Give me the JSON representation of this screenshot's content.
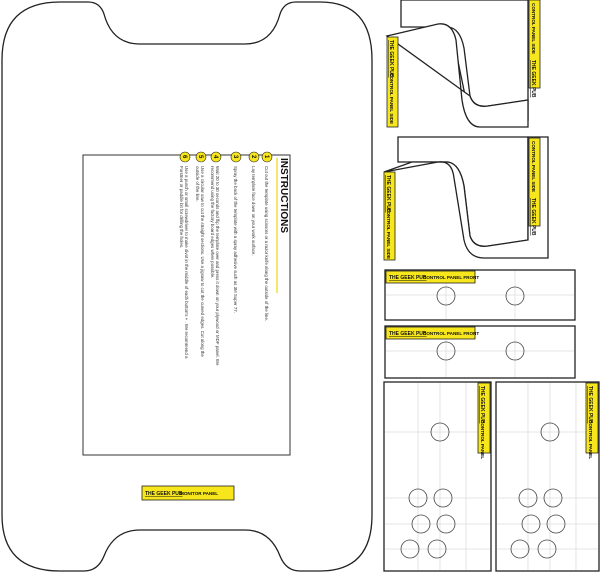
{
  "brand": "THE GEEK PUB",
  "colors": {
    "label": "#f7e61c",
    "outline": "#222222",
    "guide": "#dddddd"
  },
  "pieces": {
    "monitor_panel": "MONITOR PANEL",
    "side_panel": "CONTROL PANEL SIDE",
    "front_panel": "CONTROL PANEL FRONT",
    "panel": "CONTROL PANEL"
  },
  "instructions": {
    "title": "INSTRUCTIONS",
    "steps": [
      {
        "num": "1",
        "text": "Cut out the template using scissors or a razor knife along the outside of the line."
      },
      {
        "num": "2",
        "text": "Lay template face down on your work surface."
      },
      {
        "num": "3",
        "text": "Spray the back of the template with a spray adhesive such as 3M Super 77."
      },
      {
        "num": "4",
        "text": "Wait 20 to 30 seconds and flip the template over and press it down on your plywood or MDF panel. We recommend using the factory board edges when possible."
      },
      {
        "num": "5",
        "text": "Use a circular saw to cut the straight sections. Use a jigsaw to cut the curved edges. Cut along the outside of the line."
      },
      {
        "num": "6",
        "text": "Use a punch or small screwdriver to make divot in the middle of each button's + . We recommend a Forstner or paddle bit for drilling the holes."
      }
    ]
  }
}
